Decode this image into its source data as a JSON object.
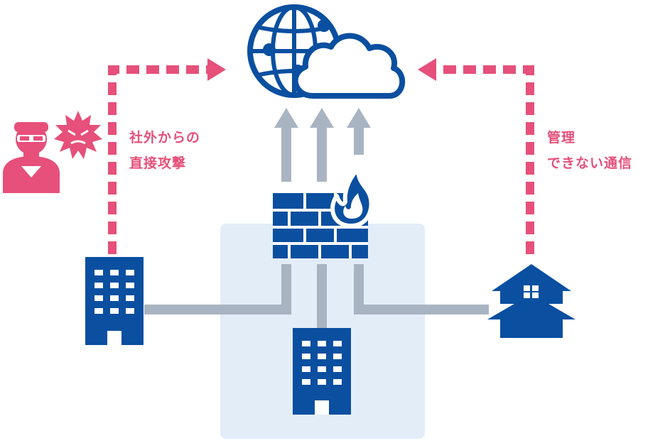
{
  "labels": {
    "attack_line1": "社外からの",
    "attack_line2": "直接攻撃",
    "unmanaged_line1": "管理",
    "unmanaged_line2": "できない通信"
  },
  "colors": {
    "navy": "#0a4fa0",
    "pink": "#e6507a",
    "gray": "#a9b4c2",
    "zone": "#e3edf8"
  },
  "icons": [
    "internet-globe-icon",
    "cloud-icon",
    "firewall-icon",
    "flame-icon",
    "attacker-icon",
    "virus-icon",
    "branch-office-building-icon",
    "headquarters-building-icon",
    "home-icon"
  ]
}
